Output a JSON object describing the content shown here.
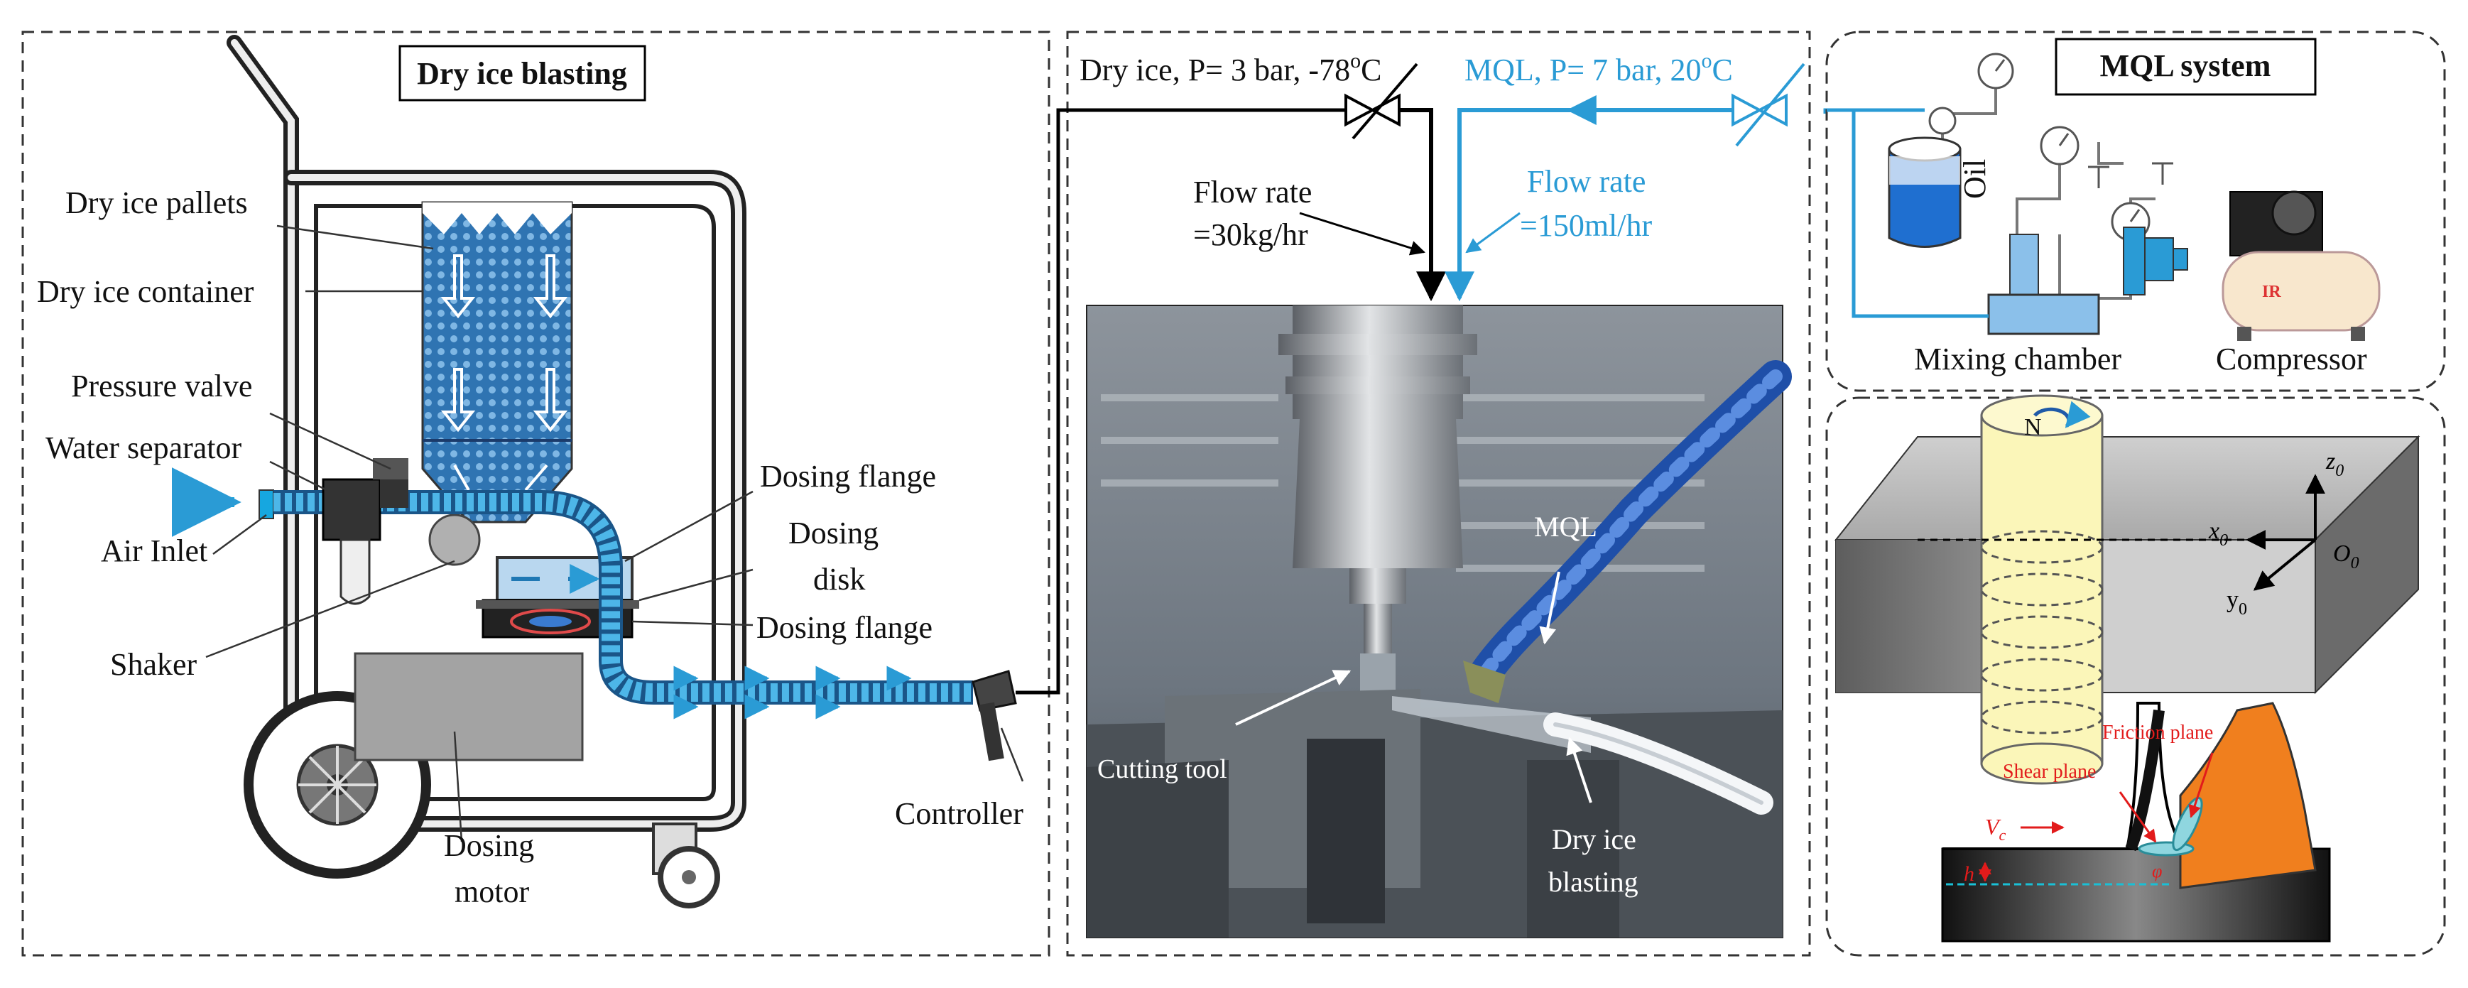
{
  "panels": {
    "dry_ice": {
      "title": "Dry ice blasting",
      "labels": {
        "pallets": "Dry ice pallets",
        "container": "Dry ice container",
        "pressure_valve": "Pressure valve",
        "water_separator": "Water separator",
        "air_inlet": "Air Inlet",
        "shaker": "Shaker",
        "dosing_flange_top": "Dosing flange",
        "dosing_disk_1": "Dosing",
        "dosing_disk_2": "disk",
        "dosing_flange_bottom": "Dosing flange",
        "controller": "Controller",
        "dosing_motor_1": "Dosing",
        "dosing_motor_2": "motor"
      }
    },
    "center": {
      "dry_ice_supply": "Dry ice, P= 3 bar, -78",
      "dry_ice_sup": "o",
      "dry_ice_unit": "C",
      "mql_supply": "MQL, P= 7 bar, 20",
      "mql_sup": "o",
      "mql_unit": "C",
      "flow_dry_1": "Flow rate",
      "flow_dry_2": "=30kg/hr",
      "flow_mql_1": "Flow rate",
      "flow_mql_2": "=150ml/hr",
      "photo_mql": "MQL",
      "photo_tool": "Cutting tool",
      "photo_blast_1": "Dry ice",
      "photo_blast_2": "blasting"
    },
    "mql": {
      "title": "MQL system",
      "oil": "Oil",
      "mixing_chamber": "Mixing chamber",
      "compressor": "Compressor",
      "compressor_brand": "IR"
    },
    "cutting": {
      "spindle_dir": "N",
      "z_axis": "z",
      "z_sub": "0",
      "x_axis": "x",
      "x_sub": "0",
      "y_axis": "y",
      "y_sub": "0",
      "origin": "O",
      "origin_sub": "0",
      "friction_plane": "Friction plane",
      "shear_plane": "Shear plane",
      "vc": "V",
      "vc_sub": "c",
      "h": "h",
      "phi": "φ"
    }
  },
  "colors": {
    "mql_line": "#2a9bd5",
    "dry_ice_blue": "#1f78b4",
    "chip_orange": "#f07f1e",
    "annotation_red": "#e21b1b"
  }
}
